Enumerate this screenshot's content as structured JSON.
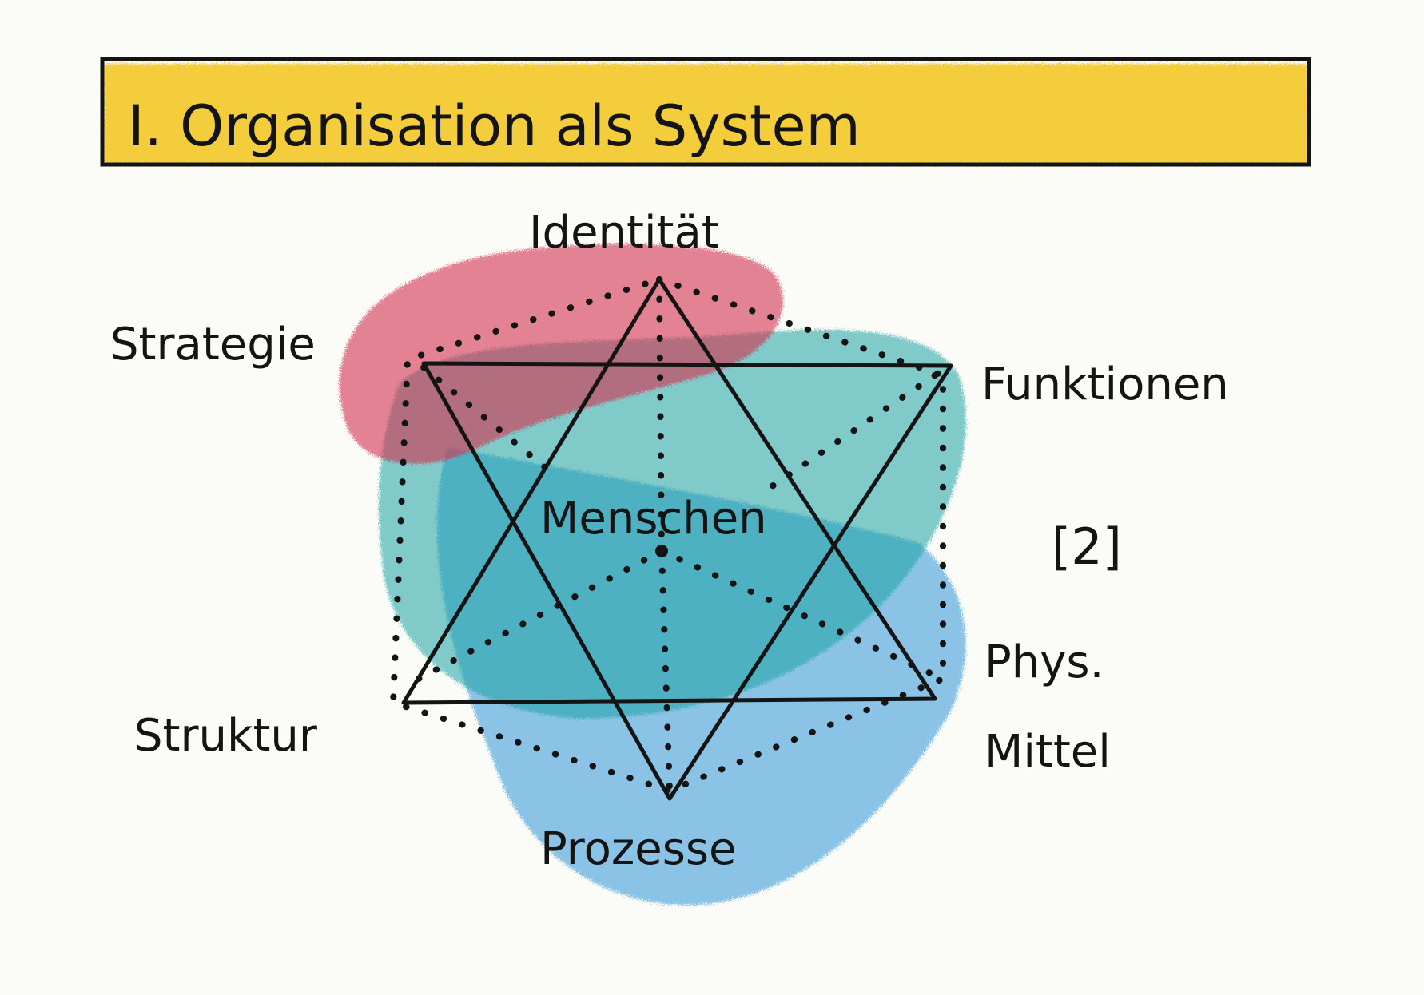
{
  "title": "I. Organisation als System",
  "reference": "[2]",
  "colors": {
    "title_highlight": "#f2c51c",
    "strategy_zone": "#d4314f",
    "people_zone": "#1fa3a3",
    "process_zone": "#2f97d8",
    "ink": "#141414"
  },
  "nodes": {
    "identity": "Identität",
    "strategy": "Strategie",
    "functions": "Funktionen",
    "people": "Menschen",
    "physical_means_line1": "Phys.",
    "physical_means_line2": "Mittel",
    "structure": "Struktur",
    "processes": "Prozesse"
  }
}
